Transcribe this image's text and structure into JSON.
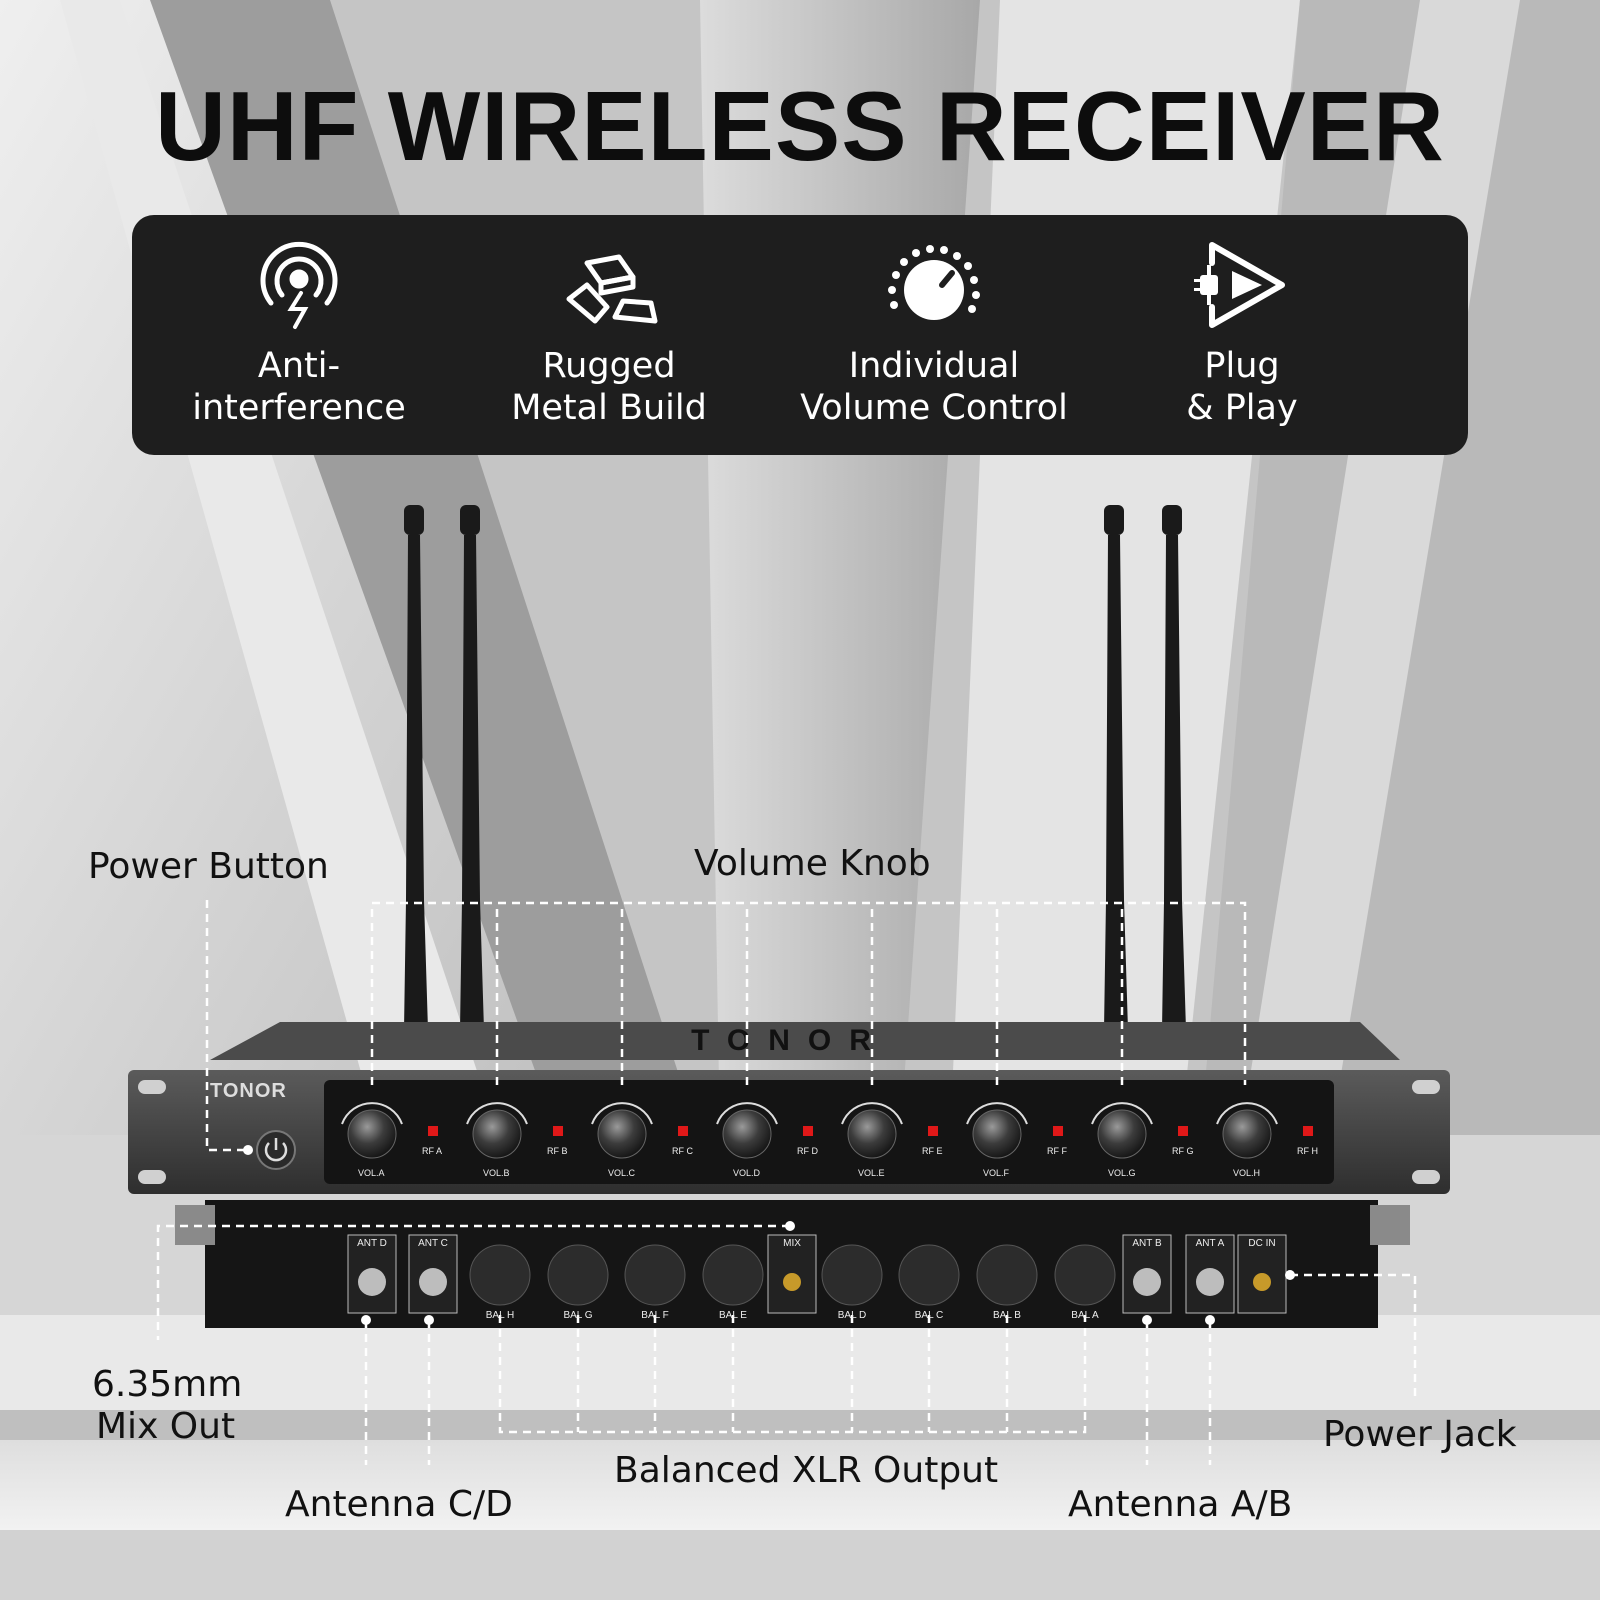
{
  "title": "UHF WIRELESS RECEIVER",
  "features": [
    {
      "icon": "anti-interference-icon",
      "lines": [
        "Anti-",
        "interference"
      ]
    },
    {
      "icon": "metal-ingots-icon",
      "lines": [
        "Rugged",
        "Metal Build"
      ]
    },
    {
      "icon": "volume-dial-icon",
      "lines": [
        "Individual",
        "Volume Control"
      ]
    },
    {
      "icon": "plug-and-play-icon",
      "lines": [
        "Plug",
        "& Play"
      ]
    }
  ],
  "callouts": {
    "power_button": "Power Button",
    "volume_knob": "Volume Knob",
    "mix_out_line1": "6.35mm",
    "mix_out_line2": "Mix Out",
    "power_jack": "Power Jack",
    "xlr_output": "Balanced XLR Output",
    "antenna_cd": "Antenna C/D",
    "antenna_ab": "Antenna A/B"
  },
  "device": {
    "brand_front": "TONOR",
    "brand_top": "TONOR",
    "channels": [
      {
        "vol": "VOL.A",
        "rf": "RF A"
      },
      {
        "vol": "VOL.B",
        "rf": "RF B"
      },
      {
        "vol": "VOL.C",
        "rf": "RF C"
      },
      {
        "vol": "VOL.D",
        "rf": "RF D"
      },
      {
        "vol": "VOL.E",
        "rf": "RF E"
      },
      {
        "vol": "VOL.F",
        "rf": "RF F"
      },
      {
        "vol": "VOL.G",
        "rf": "RF G"
      },
      {
        "vol": "VOL.H",
        "rf": "RF H"
      }
    ],
    "rear_ports": [
      "ANT D",
      "ANT C",
      "BAL H",
      "BAL G",
      "BAL F",
      "BAL E",
      "MIX",
      "BAL D",
      "BAL C",
      "BAL B",
      "BAL A",
      "ANT B",
      "ANT A",
      "DC IN"
    ]
  },
  "colors": {
    "panel": "#1e1e1e",
    "led": "#e01818",
    "text": "#111111",
    "panel_text": "#ffffff"
  }
}
